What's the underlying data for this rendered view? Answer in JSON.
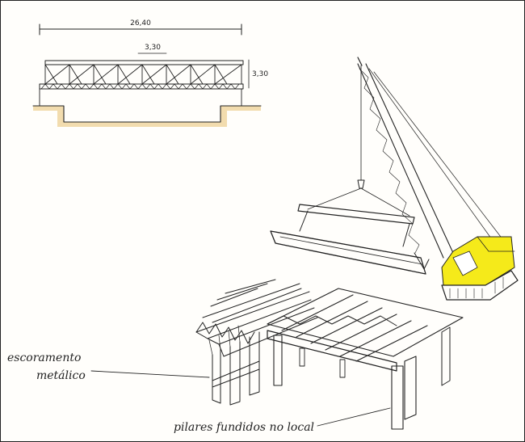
{
  "drawing": {
    "dimensions": {
      "overall_span": "26,40",
      "module_width": "3,30",
      "truss_height": "3,30"
    },
    "labels": {
      "bracing": [
        "escoramento",
        "metálico"
      ],
      "pillars": "pilares fundidos no local"
    },
    "colors": {
      "ink": "#222222",
      "crane_cab": "#f5ea1a",
      "ground": "#e8c070"
    }
  }
}
